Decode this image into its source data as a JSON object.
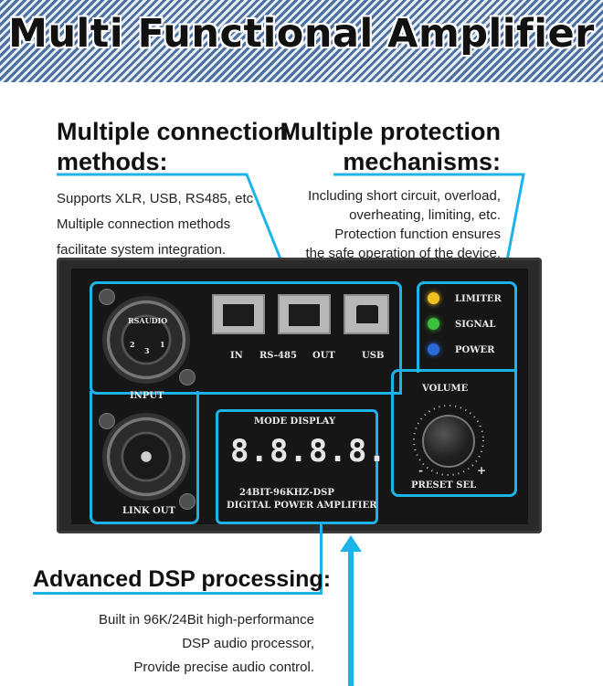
{
  "banner": {
    "title": "Multi Functional Amplifier"
  },
  "sections": {
    "connection": {
      "heading_line1": "Multiple connection",
      "heading_line2": "methods:",
      "line1": "Supports XLR, USB, RS485, etc",
      "line2": "Multiple connection methods",
      "line3": "facilitate system integration."
    },
    "protection": {
      "heading_line1": "Multiple protection",
      "heading_line2": "mechanisms:",
      "line1": "Including short circuit, overload,",
      "line2": "overheating, limiting, etc.",
      "line3": "Protection function ensures",
      "line4": "the safe operation of the device."
    },
    "dsp": {
      "heading": "Advanced DSP processing:",
      "line1": "Built in 96K/24Bit high-performance",
      "line2": "DSP audio processor,",
      "line3": "Provide precise audio control."
    }
  },
  "panel": {
    "xlr_brand": "RSAUDIO",
    "input_label": "INPUT",
    "link_out_label": "LINK OUT",
    "port_in": "IN",
    "port_rs485": "RS-485",
    "port_out": "OUT",
    "port_usb": "USB",
    "mode_display": "MODE DISPLAY",
    "display_digits": "8.8.8.8.",
    "dsp_label": "24BIT-96KHZ-DSP",
    "amp_label": "DIGITAL POWER AMPLIFIER",
    "limiter": "LIMITER",
    "signal": "SIGNAL",
    "power": "POWER",
    "volume": "VOLUME",
    "preset_sel": "PRESET SEL",
    "minus": "-",
    "plus": "+",
    "pin1": "1",
    "pin2": "2",
    "pin3": "3"
  },
  "colors": {
    "accent": "#1cb4e8",
    "limiter_led": "#f0c020",
    "signal_led": "#3cc040",
    "power_led": "#2a6ad8"
  }
}
